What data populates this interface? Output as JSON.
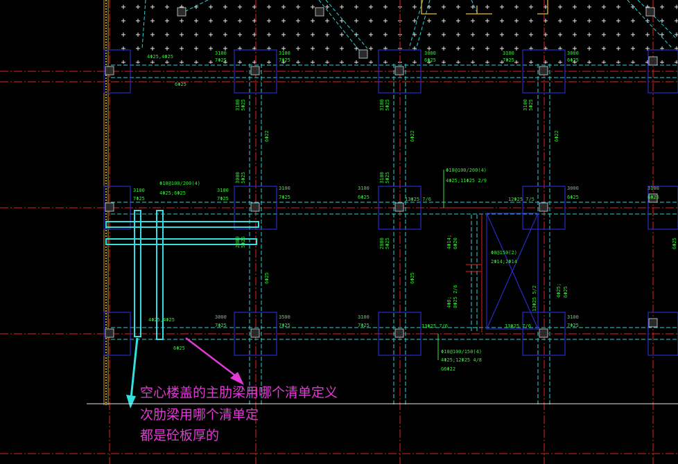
{
  "colors": {
    "background": "#000000",
    "beam": "#2fd6d6",
    "gridline": "#e52222",
    "column": "#2a2ac8",
    "text": "#39e639",
    "note": "#e23ad6",
    "highlight": "#33e0e0"
  },
  "annotations": {
    "line1": "空心楼盖的主肋梁用哪个清单定义",
    "line2": "次肋梁用哪个清单定",
    "line3": "都是砼板厚的"
  },
  "labels": [
    {
      "text": "4Φ25,4Φ25"
    },
    {
      "text": "6Φ25"
    },
    {
      "text": "3100"
    },
    {
      "text": "7Φ25"
    },
    {
      "text": "3100"
    },
    {
      "text": "7Φ25"
    },
    {
      "text": "3000"
    },
    {
      "text": "6Φ25"
    },
    {
      "text": "3100"
    },
    {
      "text": "7Φ25"
    },
    {
      "text": "3000"
    },
    {
      "text": "6Φ25"
    },
    {
      "text": "3100"
    },
    {
      "text": "5Φ25"
    },
    {
      "text": "3100"
    },
    {
      "text": "5Φ25"
    },
    {
      "text": "3100"
    },
    {
      "text": "5Φ25"
    },
    {
      "text": "6Φ22"
    },
    {
      "text": "6Φ22"
    },
    {
      "text": "6Φ22"
    },
    {
      "text": "Φ10@100/200(4)"
    },
    {
      "text": "4Φ25;6Φ25"
    },
    {
      "text": "3100"
    },
    {
      "text": "7Φ25"
    },
    {
      "text": "3100"
    },
    {
      "text": "7Φ25"
    },
    {
      "text": "3100"
    },
    {
      "text": "7Φ25"
    },
    {
      "text": "3100"
    },
    {
      "text": "6Φ25"
    },
    {
      "text": "13Φ25 7/6"
    },
    {
      "text": "Φ10@100/200(4)"
    },
    {
      "text": "4Φ25;11Φ25 2/9"
    },
    {
      "text": "12Φ25 7/5"
    },
    {
      "text": "3000"
    },
    {
      "text": "6Φ25"
    },
    {
      "text": "3100"
    },
    {
      "text": "6Φ25"
    },
    {
      "text": "3000"
    },
    {
      "text": "5Φ25"
    },
    {
      "text": "3100"
    },
    {
      "text": "5Φ25"
    },
    {
      "text": "2800"
    },
    {
      "text": "5Φ25"
    },
    {
      "text": "2800"
    },
    {
      "text": "5Φ25"
    },
    {
      "text": "Φ8@150(2)"
    },
    {
      "text": "2Φ14;2Φ14"
    },
    {
      "text": "6Φ25"
    },
    {
      "text": "6Φ25"
    },
    {
      "text": "6Φ25"
    },
    {
      "text": "4Φ14;"
    },
    {
      "text": "6Φ20"
    },
    {
      "text": "4Φ8;"
    },
    {
      "text": "8Φ25 2/6"
    },
    {
      "text": "4Φ25;"
    },
    {
      "text": "6Φ25"
    },
    {
      "text": "13Φ25 5/2"
    },
    {
      "text": "3000"
    },
    {
      "text": "7Φ25"
    },
    {
      "text": "3500"
    },
    {
      "text": "7Φ25"
    },
    {
      "text": "3100"
    },
    {
      "text": "7Φ25"
    },
    {
      "text": "3100"
    },
    {
      "text": "7Φ25"
    },
    {
      "text": "4Φ25,4Φ25"
    },
    {
      "text": "6Φ25"
    },
    {
      "text": "13Φ25 7/6"
    },
    {
      "text": "13Φ25 7/6"
    },
    {
      "text": "Φ10@100/150(4)"
    },
    {
      "text": "4Φ25;12Φ25 4/8"
    },
    {
      "text": "G6Φ22"
    }
  ]
}
